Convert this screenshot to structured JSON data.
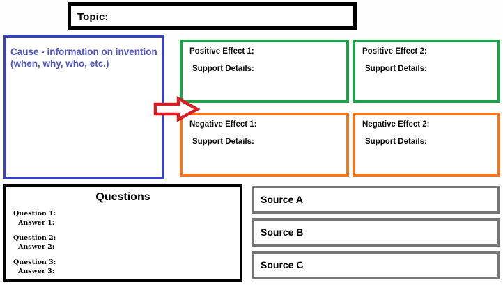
{
  "worksheet": {
    "title_field": {
      "label": "Topic:"
    },
    "cause": {
      "label": "Cause - information on invention\n(when, why, who, etc.)",
      "border_color": "#3b43b0",
      "text_color": "#4f56c4"
    },
    "arrow": {
      "name": "right-arrow",
      "outline_color": "#d81f26",
      "fill_color": "#ffffff"
    },
    "effects": {
      "positive_color": "#21a04a",
      "negative_color": "#ef7622",
      "support_label": "Support Details:",
      "items": [
        {
          "title": "Positive Effect 1:",
          "support": "Support Details:",
          "type": "positive"
        },
        {
          "title": "Positive Effect 2:",
          "support": "Support Details:",
          "type": "positive"
        },
        {
          "title": "Negative Effect 1:",
          "support": "Support Details:",
          "type": "negative"
        },
        {
          "title": "Negative Effect 2:",
          "support": "Support Details:",
          "type": "negative"
        }
      ]
    },
    "questions": {
      "heading": "Questions",
      "items": [
        {
          "question": "Question 1:",
          "answer": "Answer 1:"
        },
        {
          "question": "Question 2:",
          "answer": "Answer 2:"
        },
        {
          "question": "Question 3:",
          "answer": "Answer 3:"
        }
      ]
    },
    "sources": {
      "border_color": "#767676",
      "items": [
        {
          "label": "Source A"
        },
        {
          "label": "Source B"
        },
        {
          "label": "Source C"
        }
      ]
    }
  }
}
